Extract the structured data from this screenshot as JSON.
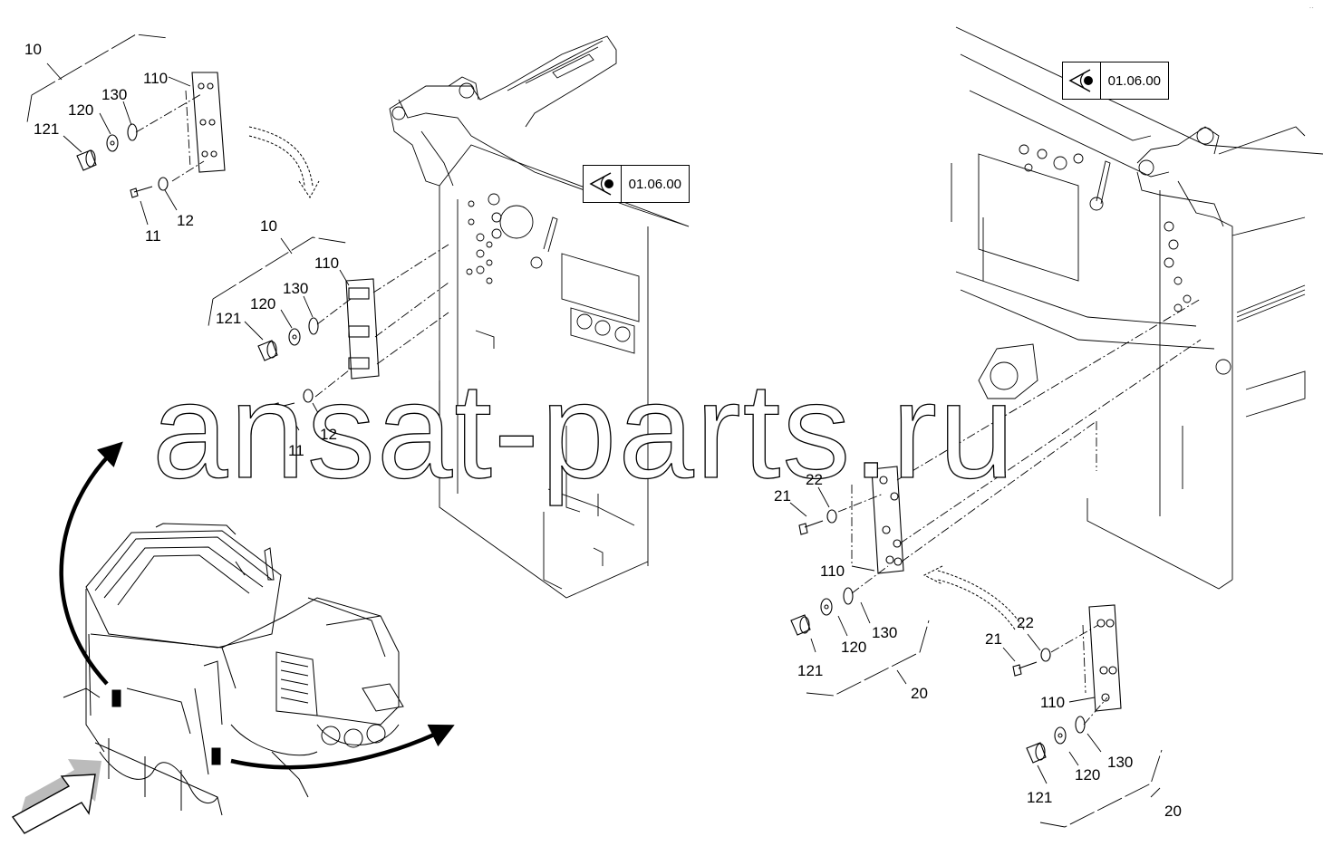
{
  "reference_code": "01.06.00",
  "watermark": "ansat-parts.ru",
  "corner_mark": "··",
  "labels": {
    "g1_10": "10",
    "g1_110": "110",
    "g1_130": "130",
    "g1_120": "120",
    "g1_121": "121",
    "g1_11": "11",
    "g1_12": "12",
    "g2_10": "10",
    "g2_110": "110",
    "g2_130": "130",
    "g2_120": "120",
    "g2_121": "121",
    "g2_11": "11",
    "g2_12": "12",
    "g3_21": "21",
    "g3_22": "22",
    "g3_110": "110",
    "g3_121": "121",
    "g3_120": "120",
    "g3_130": "130",
    "g3_20": "20",
    "g4_21": "21",
    "g4_22": "22",
    "g4_110": "110",
    "g4_121": "121",
    "g4_120": "120",
    "g4_130": "130",
    "g4_20": "20"
  },
  "icons": [
    "eye-view-icon",
    "curved-arrow-icon",
    "direction-arrow-icon"
  ]
}
